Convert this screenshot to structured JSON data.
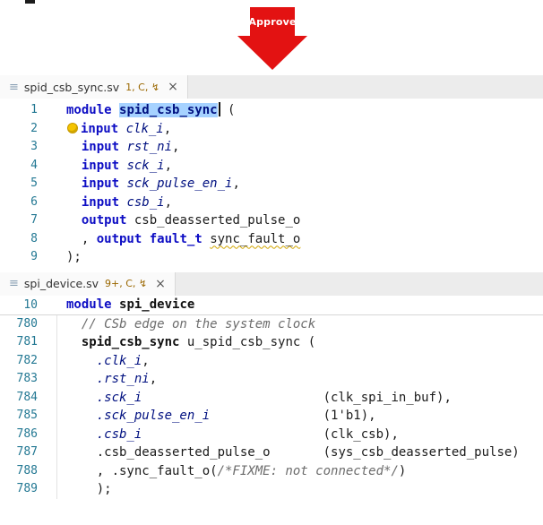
{
  "annotation": {
    "approve_label": "Approve",
    "arrow_color": "#e31212"
  },
  "editor_top": {
    "tab": {
      "icon": "≡",
      "filename": "spid_csb_sync.sv",
      "decorations": "1, C, ↯",
      "close_label": "×"
    },
    "lines": [
      {
        "num": "1",
        "tokens": [
          [
            "kw",
            "module"
          ],
          [
            "pl",
            " "
          ],
          [
            "sel",
            "spid_csb_sync"
          ],
          [
            "caret",
            ""
          ],
          [
            "pl",
            " ("
          ]
        ]
      },
      {
        "num": "2",
        "tokens": [
          [
            "bulb",
            ""
          ],
          [
            "kw",
            "input"
          ],
          [
            "pl",
            " "
          ],
          [
            "id",
            "clk_i"
          ],
          [
            "pl",
            ","
          ]
        ]
      },
      {
        "num": "3",
        "tokens": [
          [
            "pl",
            "  "
          ],
          [
            "kw",
            "input"
          ],
          [
            "pl",
            " "
          ],
          [
            "id",
            "rst_ni"
          ],
          [
            "pl",
            ","
          ]
        ]
      },
      {
        "num": "4",
        "tokens": [
          [
            "pl",
            "  "
          ],
          [
            "kw",
            "input"
          ],
          [
            "pl",
            " "
          ],
          [
            "id",
            "sck_i"
          ],
          [
            "pl",
            ","
          ]
        ]
      },
      {
        "num": "5",
        "tokens": [
          [
            "pl",
            "  "
          ],
          [
            "kw",
            "input"
          ],
          [
            "pl",
            " "
          ],
          [
            "id",
            "sck_pulse_en_i"
          ],
          [
            "pl",
            ","
          ]
        ]
      },
      {
        "num": "6",
        "tokens": [
          [
            "pl",
            "  "
          ],
          [
            "kw",
            "input"
          ],
          [
            "pl",
            " "
          ],
          [
            "id",
            "csb_i"
          ],
          [
            "pl",
            ","
          ]
        ]
      },
      {
        "num": "7",
        "tokens": [
          [
            "pl",
            "  "
          ],
          [
            "kw",
            "output"
          ],
          [
            "pl",
            " csb_deasserted_pulse_o"
          ]
        ]
      },
      {
        "num": "8",
        "tokens": [
          [
            "pl",
            "  , "
          ],
          [
            "kw",
            "output"
          ],
          [
            "pl",
            " "
          ],
          [
            "ty",
            "fault_t"
          ],
          [
            "pl",
            " "
          ],
          [
            "warn",
            "sync_fault_o"
          ]
        ]
      },
      {
        "num": "9",
        "tokens": [
          [
            "pl",
            ");"
          ]
        ]
      }
    ]
  },
  "editor_bottom": {
    "tab": {
      "icon": "≡",
      "filename": "spi_device.sv",
      "decorations": "9+, C, ↯",
      "close_label": "×"
    },
    "sticky": {
      "num": "10",
      "tokens": [
        [
          "kw",
          "module"
        ],
        [
          "pl",
          " "
        ],
        [
          "bd",
          "spi_device"
        ]
      ]
    },
    "lines": [
      {
        "num": "780",
        "tokens": [
          [
            "pl",
            "  "
          ],
          [
            "cm",
            "// CSb edge on the system clock"
          ]
        ]
      },
      {
        "num": "781",
        "tokens": [
          [
            "pl",
            "  "
          ],
          [
            "bd",
            "spid_csb_sync"
          ],
          [
            "pl",
            " u_spid_csb_sync ("
          ]
        ]
      },
      {
        "num": "782",
        "tokens": [
          [
            "pl",
            "    "
          ],
          [
            "id",
            ".clk_i"
          ],
          [
            "pl",
            ","
          ]
        ]
      },
      {
        "num": "783",
        "tokens": [
          [
            "pl",
            "    "
          ],
          [
            "id",
            ".rst_ni"
          ],
          [
            "pl",
            ","
          ]
        ]
      },
      {
        "num": "784",
        "tokens": [
          [
            "pl",
            "    "
          ],
          [
            "id",
            ".sck_i"
          ],
          [
            "sp",
            "24"
          ],
          [
            "pl",
            "(clk_spi_in_buf),"
          ]
        ]
      },
      {
        "num": "785",
        "tokens": [
          [
            "pl",
            "    "
          ],
          [
            "id",
            ".sck_pulse_en_i"
          ],
          [
            "sp",
            "15"
          ],
          [
            "pl",
            "(1'b1),"
          ]
        ]
      },
      {
        "num": "786",
        "tokens": [
          [
            "pl",
            "    "
          ],
          [
            "id",
            ".csb_i"
          ],
          [
            "sp",
            "24"
          ],
          [
            "pl",
            "(clk_csb),"
          ]
        ]
      },
      {
        "num": "787",
        "tokens": [
          [
            "pl",
            "    .csb_deasserted_pulse_o"
          ],
          [
            "sp",
            "7"
          ],
          [
            "pl",
            "(sys_csb_deasserted_pulse)"
          ]
        ]
      },
      {
        "num": "788",
        "tokens": [
          [
            "pl",
            "    , .sync_fault_o("
          ],
          [
            "cm",
            "/*FIXME: not connected*/"
          ],
          [
            "pl",
            ")"
          ]
        ]
      },
      {
        "num": "789",
        "tokens": [
          [
            "pl",
            "    );"
          ]
        ]
      }
    ]
  }
}
